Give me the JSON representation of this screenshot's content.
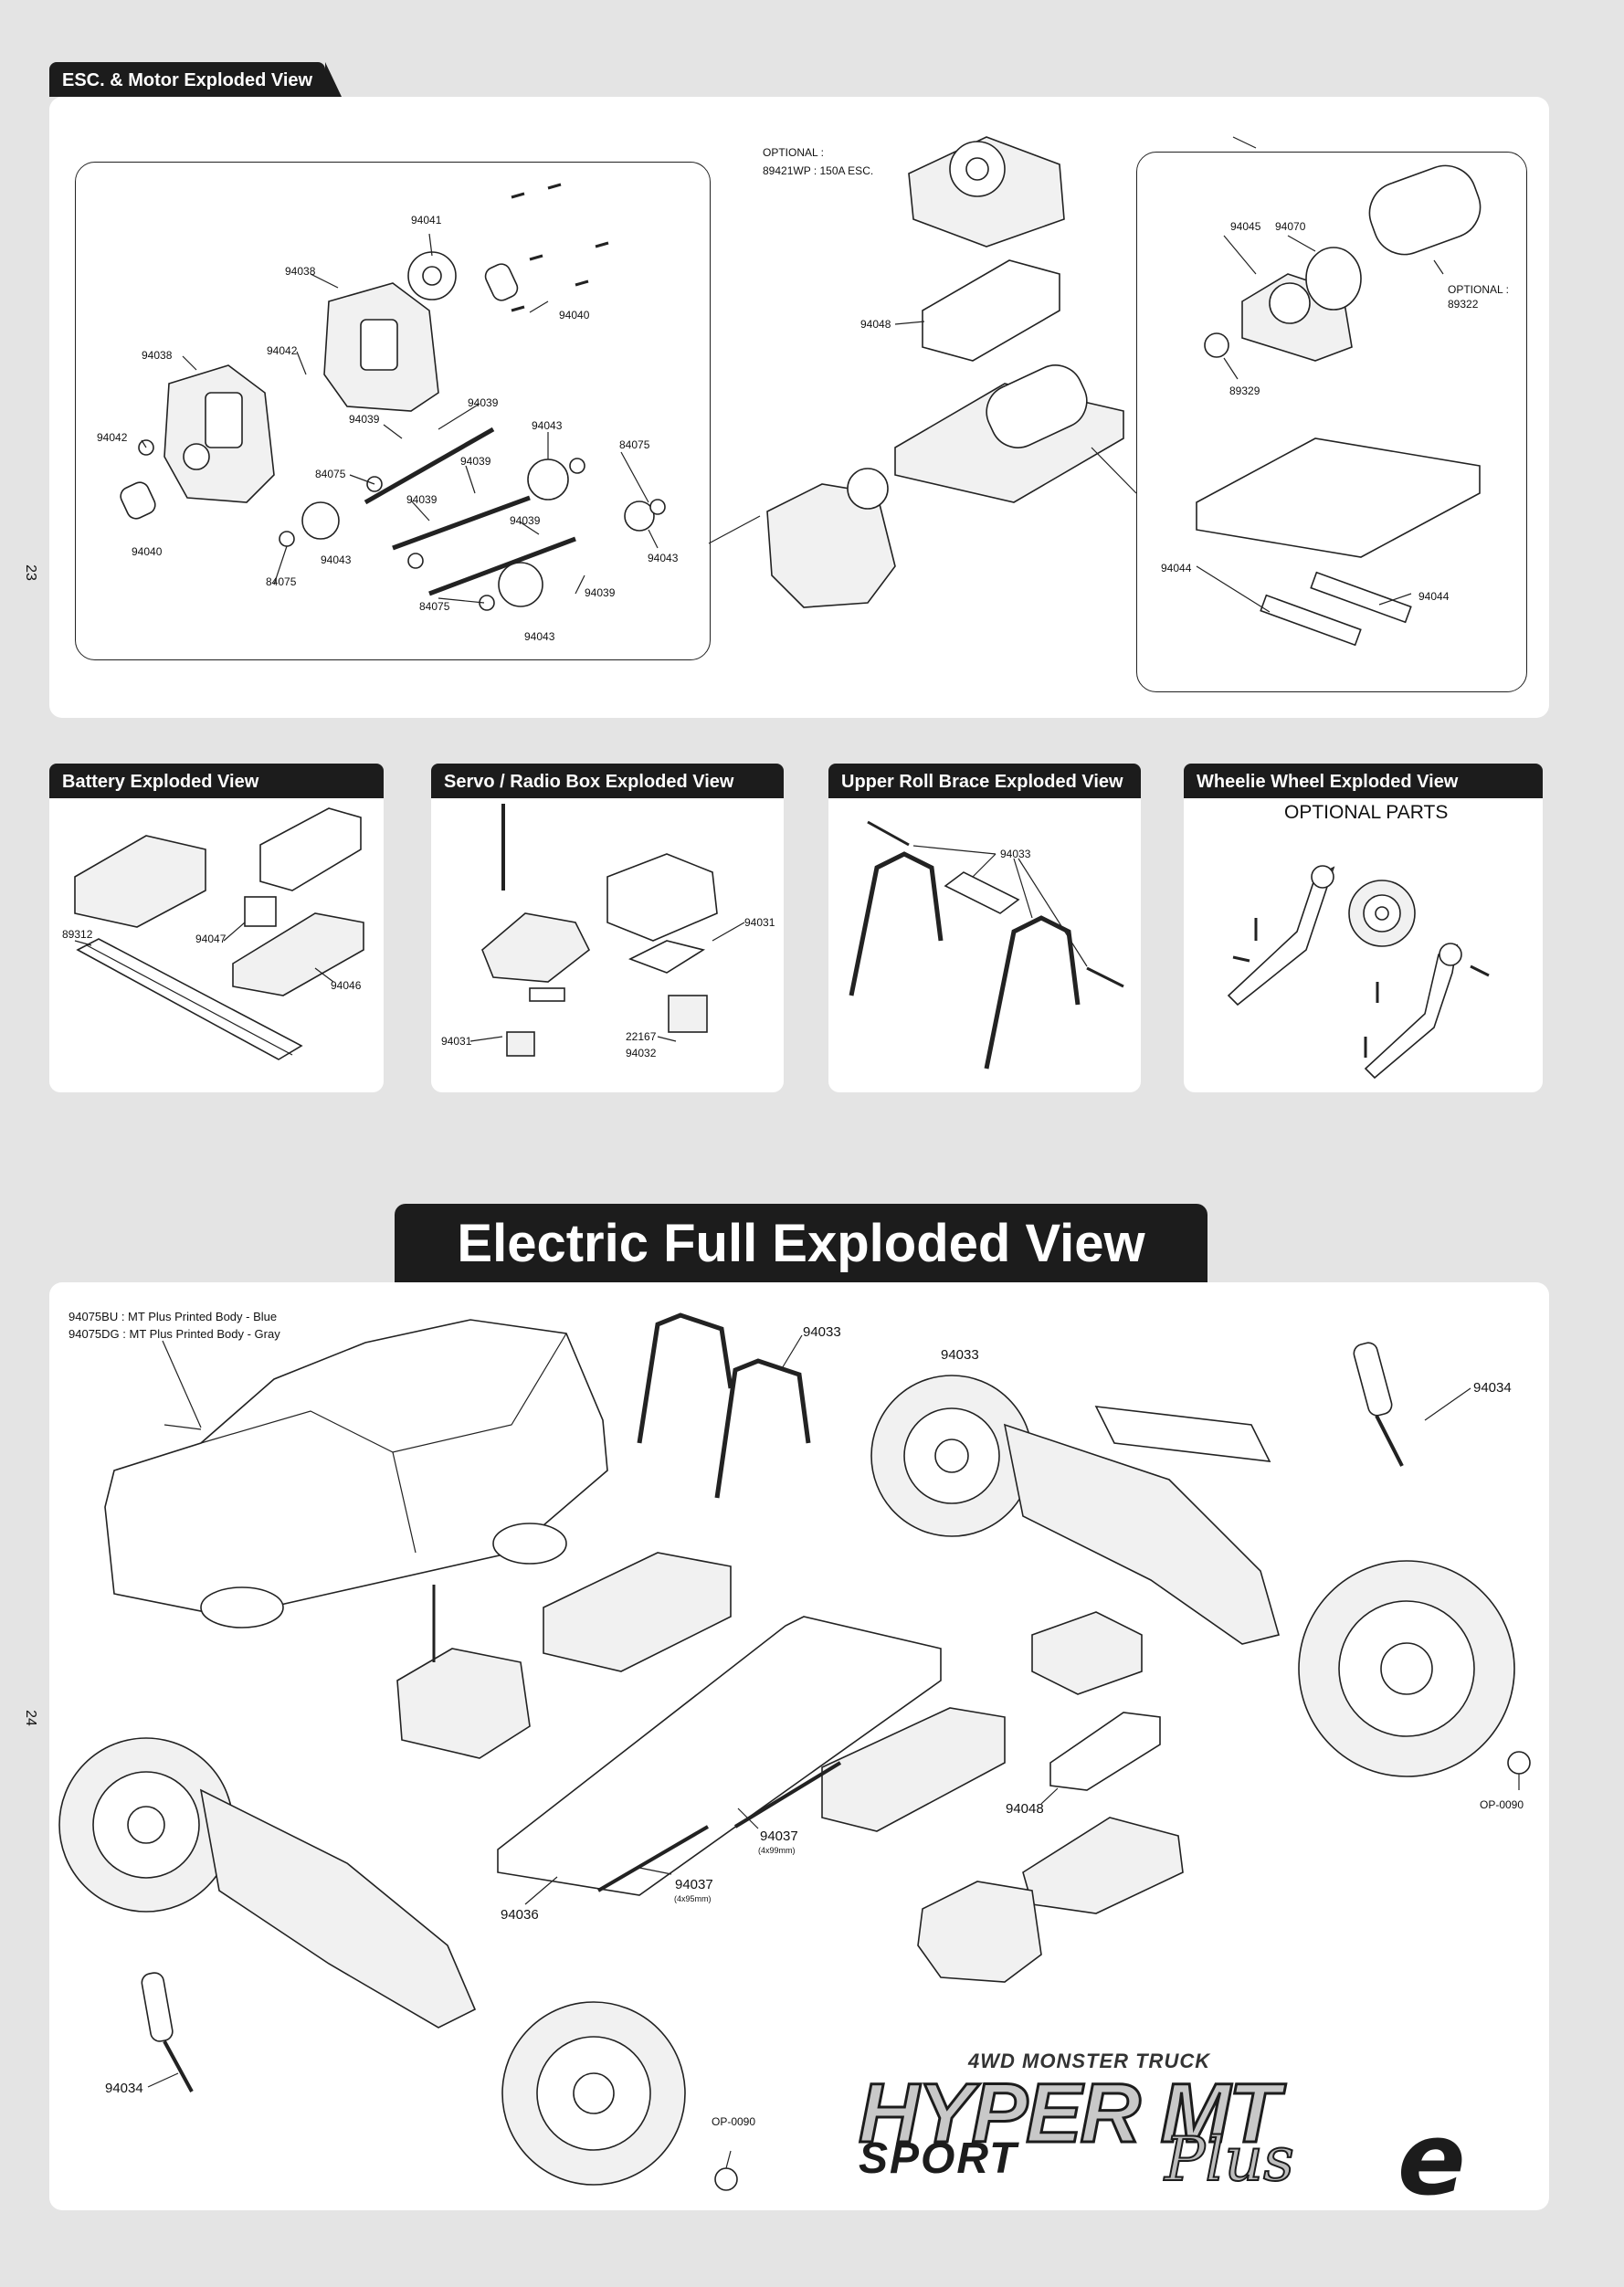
{
  "page_numbers": {
    "upper": "23",
    "lower": "24"
  },
  "sections": {
    "esc_motor": "ESC. & Motor Exploded View",
    "battery": "Battery Exploded View",
    "servo": "Servo / Radio Box Exploded View",
    "roll_brace": "Upper Roll Brace Exploded View",
    "wheelie": "Wheelie Wheel Exploded View",
    "full": "Electric Full Exploded View"
  },
  "esc_labels": {
    "optional_esc_1": "OPTIONAL :",
    "optional_esc_2": "89421WP : 150A ESC.",
    "optional_motor_1": "OPTIONAL :",
    "optional_motor_2": "89322",
    "p94041": "94041",
    "p94038a": "94038",
    "p94038b": "94038",
    "p94042a": "94042",
    "p94042b": "94042",
    "p94040a": "94040",
    "p94040b": "94040",
    "p94039a": "94039",
    "p94039b": "94039",
    "p94039c": "94039",
    "p94039d": "94039",
    "p94039e": "94039",
    "p94039f": "94039",
    "p94043a": "94043",
    "p94043b": "94043",
    "p94043c": "94043",
    "p94043d": "94043",
    "p84075a": "84075",
    "p84075b": "84075",
    "p84075c": "84075",
    "p84075d": "84075",
    "p94048": "94048",
    "p94045": "94045",
    "p94070": "94070",
    "p89329": "89329",
    "p94044a": "94044",
    "p94044b": "94044"
  },
  "battery_labels": {
    "p89312": "89312",
    "p94047": "94047",
    "p94046": "94046"
  },
  "servo_labels": {
    "p94031a": "94031",
    "p94031b": "94031",
    "p22167": "22167",
    "p94032": "94032"
  },
  "roll_labels": {
    "p94033": "94033"
  },
  "wheelie_labels": {
    "optional_parts": "OPTIONAL PARTS"
  },
  "full_labels": {
    "body_1": "94075BU : MT Plus Printed Body - Blue",
    "body_2": "94075DG : MT Plus Printed Body - Gray",
    "p94033a": "94033",
    "p94033b": "94033",
    "p94034a": "94034",
    "p94034b": "94034",
    "p94036": "94036",
    "p94037a": "94037",
    "p94037a_size": "(4x99mm)",
    "p94037b": "94037",
    "p94037b_size": "(4x95mm)",
    "p94048": "94048",
    "op0090a": "OP-0090",
    "op0090b": "OP-0090"
  },
  "logo": {
    "line1": "4WD MONSTER TRUCK",
    "line2": "HYPER MT",
    "line3": "SPORT",
    "line4": "Plus",
    "line5": "e"
  }
}
